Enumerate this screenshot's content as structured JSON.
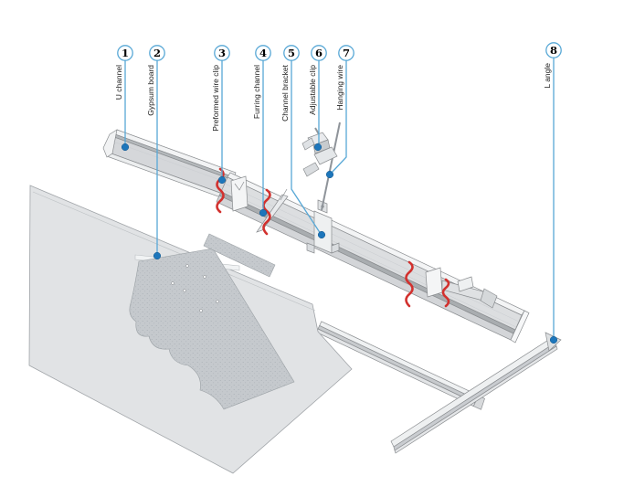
{
  "callouts": [
    {
      "number": "1",
      "label": "U channel"
    },
    {
      "number": "2",
      "label": "Gypsum board"
    },
    {
      "number": "3",
      "label": "Preformed wire clip"
    },
    {
      "number": "4",
      "label": "Furring channel"
    },
    {
      "number": "5",
      "label": "Channel bracket"
    },
    {
      "number": "6",
      "label": "Adjustable clip"
    },
    {
      "number": "7",
      "label": "Hanging wire"
    },
    {
      "number": "8",
      "label": "L angle"
    }
  ],
  "colors": {
    "leader_line": "#58a8d6",
    "anchor_dot": "#1d76bb",
    "wire_clip_red": "#d2312e",
    "metal_light": "#eef0f1",
    "metal_mid": "#d8dadc",
    "metal_edge": "#8a8d90",
    "board_face": "#e1e3e5",
    "board_torn_core": "#c5c9cd",
    "background": "#ffffff"
  }
}
